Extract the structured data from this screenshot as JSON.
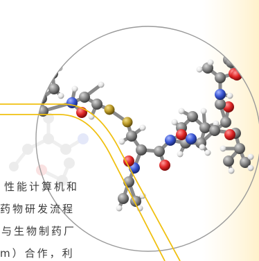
{
  "caption": {
    "line1": "性能计算机和",
    "line2": "药物研发流程",
    "line3": "与生物制药厂",
    "line4": "m）合作，利"
  },
  "colors": {
    "carbon": "#7f7f7f",
    "oxygen": "#e3262b",
    "nitrogen": "#3c5ad6",
    "sulfur": "#b89a2c",
    "hydrogen": "#eeeeee",
    "card_outline": "#f0c010",
    "panel_tint": "#fff6dc",
    "circle_stroke": "#9a9a9a"
  }
}
